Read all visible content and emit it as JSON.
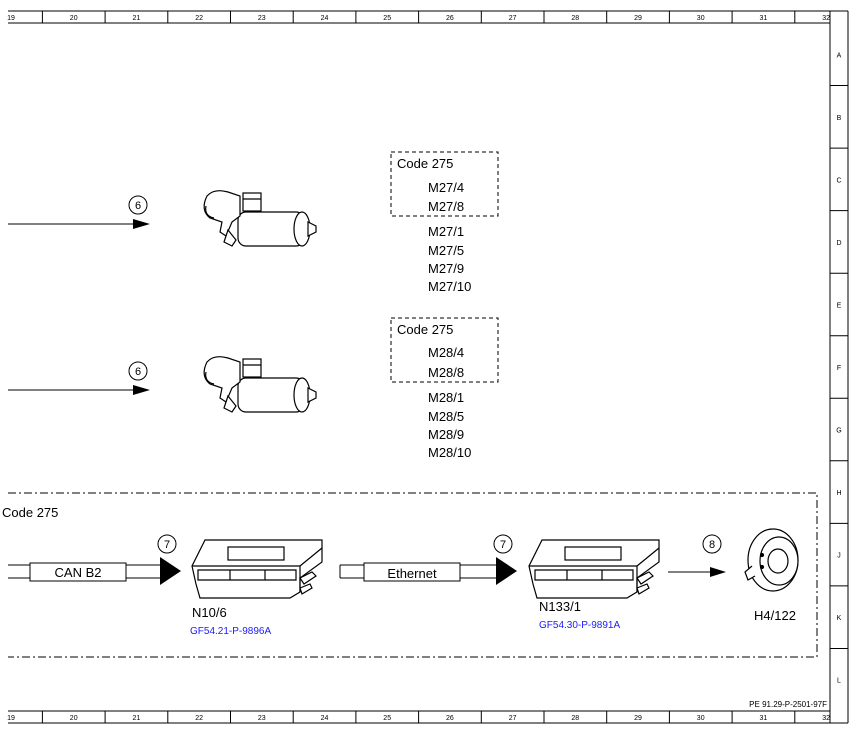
{
  "grid": {
    "columns": [
      "19",
      "20",
      "21",
      "22",
      "23",
      "24",
      "25",
      "26",
      "27",
      "28",
      "29",
      "30",
      "31",
      "32"
    ],
    "rows": [
      "A",
      "B",
      "C",
      "D",
      "E",
      "F",
      "G",
      "H",
      "J",
      "K",
      "L"
    ]
  },
  "sheet_id": "PE 91.29-P-2501-97F",
  "actuator_1": {
    "connector": "6",
    "code_box": {
      "title": "Code 275",
      "items": [
        "M27/4",
        "M27/8"
      ]
    },
    "items": [
      "M27/1",
      "M27/5",
      "M27/9",
      "M27/10"
    ]
  },
  "actuator_2": {
    "connector": "6",
    "code_box": {
      "title": "Code 275",
      "items": [
        "M28/4",
        "M28/8"
      ]
    },
    "items": [
      "M28/1",
      "M28/5",
      "M28/9",
      "M28/10"
    ]
  },
  "network": {
    "code_label": "Code 275",
    "bus_1": {
      "label": "CAN B2",
      "connector": "7"
    },
    "module_1": {
      "name": "N10/6",
      "ref": "GF54.21-P-9896A"
    },
    "bus_2": {
      "label": "Ethernet",
      "connector": "7"
    },
    "module_2": {
      "name": "N133/1",
      "ref": "GF54.30-P-9891A"
    },
    "output": {
      "connector": "8",
      "name": "H4/122"
    }
  }
}
